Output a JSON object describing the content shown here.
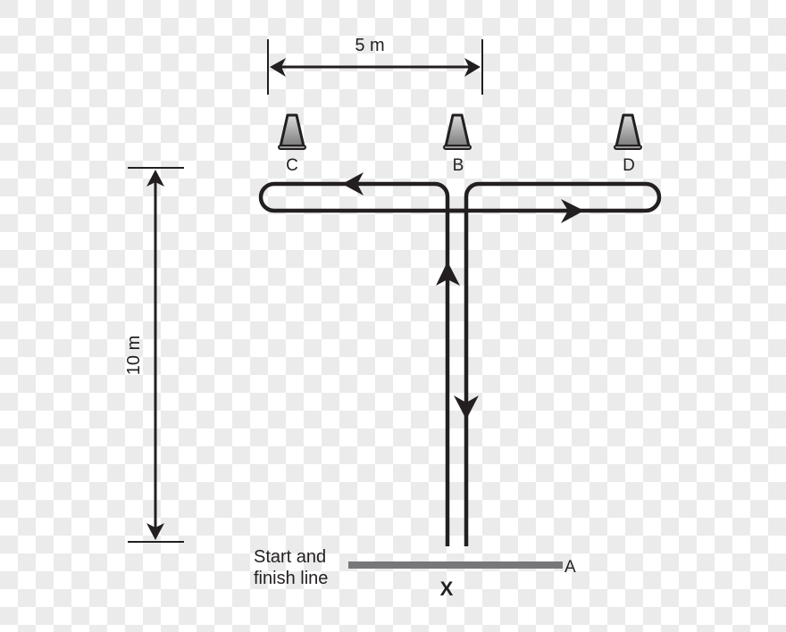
{
  "diagram": {
    "type": "T-shaped agility course layout",
    "dimensions": {
      "width_label": "5 m",
      "height_label": "10 m"
    },
    "cones": [
      {
        "id": "C",
        "label": "C"
      },
      {
        "id": "B",
        "label": "B"
      },
      {
        "id": "D",
        "label": "D"
      }
    ],
    "start_line": {
      "label_line1": "Start and",
      "label_line2": "finish line",
      "marker_x": "X",
      "marker_a": "A"
    },
    "colors": {
      "stroke": "#231f20",
      "cone_fill_top": "#d8d8d8",
      "cone_fill_bottom": "#7d7d7f",
      "start_line": "#77777a"
    }
  }
}
